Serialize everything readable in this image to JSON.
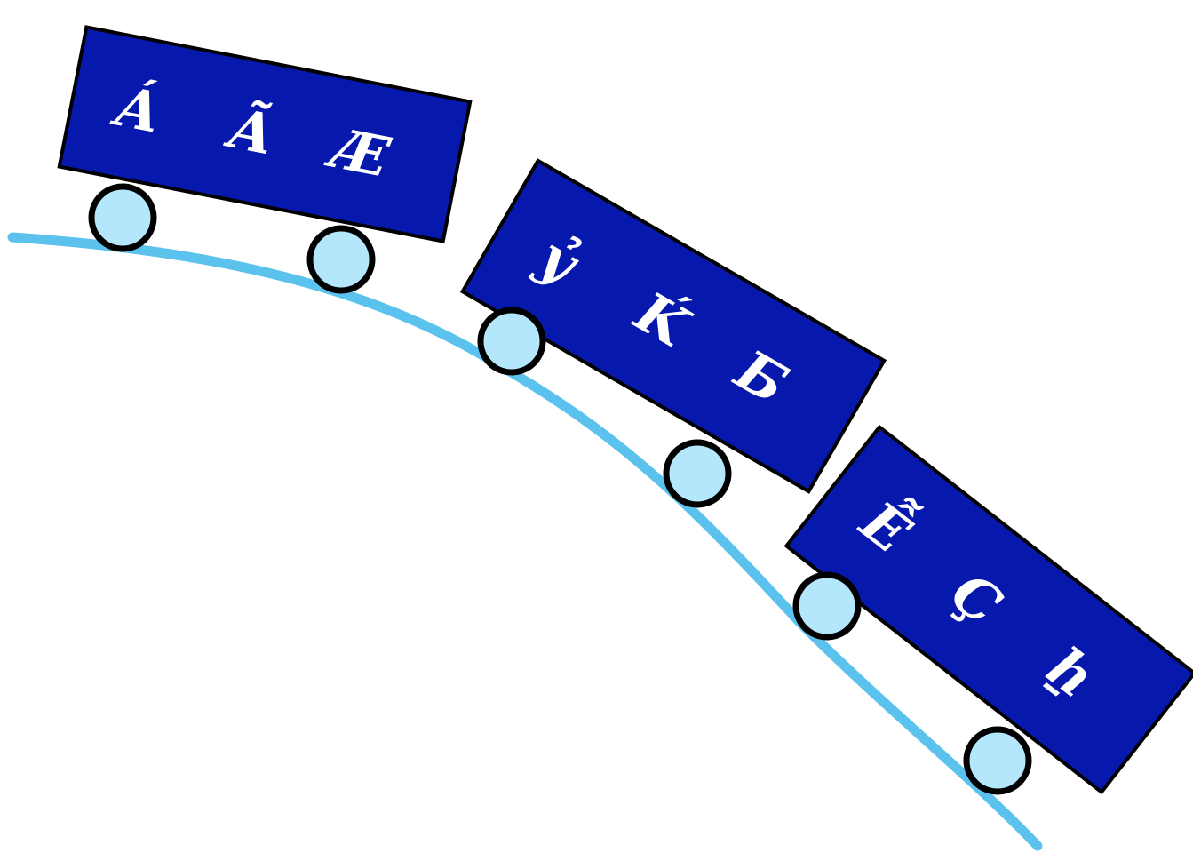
{
  "colors": {
    "track": "#5bc2ee",
    "car_body": "#0718ad",
    "wheel_fill": "#b4e6fc",
    "outline": "#000000",
    "letter": "#ffffff"
  },
  "cars": [
    {
      "letters": [
        "Á",
        "Ã",
        "Æ"
      ]
    },
    {
      "letters": [
        "ỷ",
        "Ḱ",
        "Ƃ"
      ]
    },
    {
      "letters": [
        "Ễ",
        "Ç",
        "ẖ"
      ]
    }
  ]
}
